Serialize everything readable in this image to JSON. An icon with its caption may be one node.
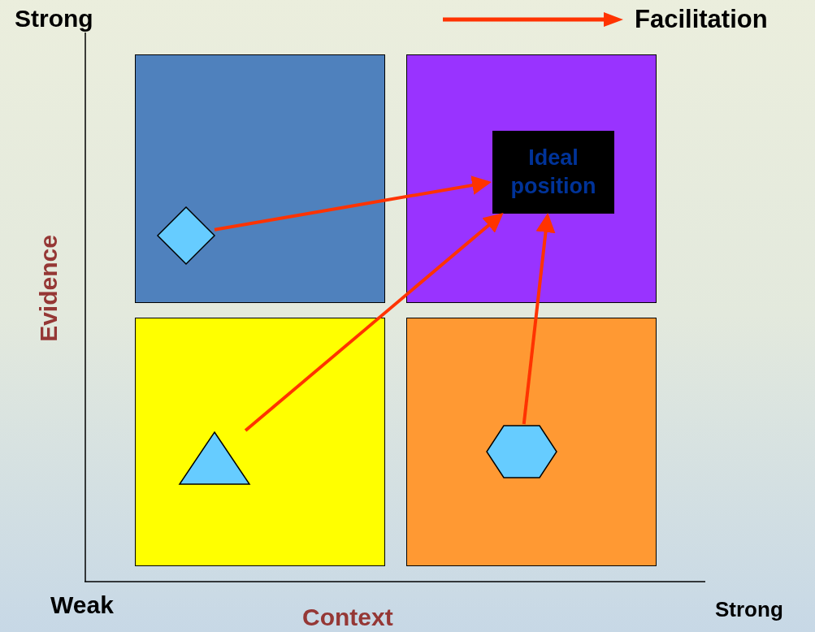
{
  "diagram": {
    "nodes": [
      {
        "text": [],
        "shape": "box"
      },
      {
        "text": [],
        "shape": "diamond",
        "in": 0
      },
      {
        "text": [],
        "shape": "box"
      },
      {
        "text": [
          "Ideal position"
        ],
        "in": 2
      },
      {
        "text": [],
        "shape": "box"
      },
      {
        "text": [],
        "shape": "triangle",
        "in": 4
      },
      {
        "text": [],
        "shape": "box"
      },
      {
        "text": [],
        "shape": "hexagon",
        "in": 6
      }
    ],
    "edges": [
      {
        "from": 1,
        "to": 3,
        "arrow": "to"
      },
      {
        "from": 5,
        "to": 3,
        "arrow": "to"
      },
      {
        "from": 7,
        "to": 3,
        "arrow": "to"
      }
    ],
    "labels": [
      "Strong",
      "Evidence",
      "Weak",
      "Context",
      "Strong"
    ],
    "legend": [
      {
        "text": "Facilitation",
        "color": "#ff3300"
      }
    ]
  }
}
